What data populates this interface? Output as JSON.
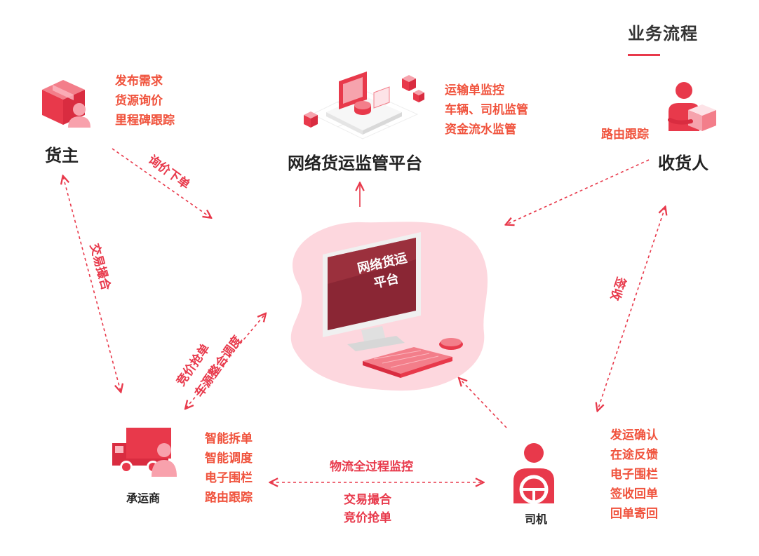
{
  "title": "业务流程",
  "colors": {
    "accent": "#e8394b",
    "text_red": "#f0533d",
    "blob": "#fdd7de",
    "icon_dark": "#e8394b",
    "icon_light": "#f6a3ad"
  },
  "nodes": {
    "shipper": {
      "label": "货主",
      "icon": "box-person-icon",
      "items": [
        "发布需求",
        "货源询价",
        "里程碑跟踪"
      ]
    },
    "supervision": {
      "label": "网络货运监管平台",
      "icon": "platform-isometric-icon",
      "items": [
        "运输单监控",
        "车辆、司机监管",
        "资金流水监管"
      ]
    },
    "receiver": {
      "label": "收货人",
      "icon": "person-carry-box-icon",
      "items": [
        "路由跟踪"
      ]
    },
    "platform": {
      "label_line1": "网络货运",
      "label_line2": "平台",
      "icon": "computer-monitor-icon"
    },
    "carrier": {
      "label": "承运商",
      "icon": "truck-person-icon",
      "items": [
        "智能拆单",
        "智能调度",
        "电子围栏",
        "路由跟踪"
      ]
    },
    "driver": {
      "label": "司机",
      "icon": "driver-icon",
      "items": [
        "发运确认",
        "在途反馈",
        "电子围栏",
        "签收回单",
        "回单寄回"
      ]
    }
  },
  "edges": {
    "shipper_platform": "询价下单",
    "shipper_carrier": "交易撮合",
    "carrier_platform_1": "竞价抢单",
    "carrier_platform_2": "车源整合调度",
    "receiver_driver": "签收",
    "carrier_driver_top": "物流全过程监控",
    "carrier_driver_bottom_1": "交易撮合",
    "carrier_driver_bottom_2": "竞价抢单"
  }
}
